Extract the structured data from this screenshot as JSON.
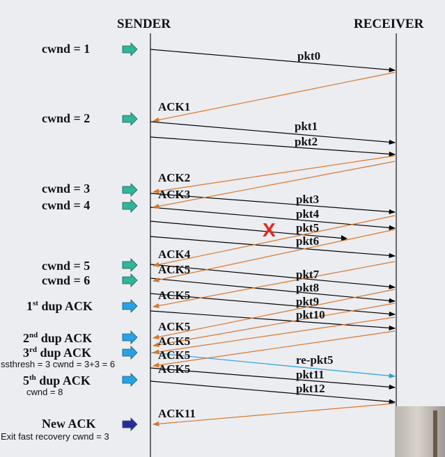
{
  "headers": {
    "sender": "SENDER",
    "receiver": "RECEIVER"
  },
  "sender_labels": [
    {
      "text": "cwnd = 1",
      "arrow_color": "#2fb597"
    },
    {
      "text": "cwnd = 2",
      "arrow_color": "#2fb597"
    },
    {
      "text": "cwnd = 3",
      "arrow_color": "#2fb597"
    },
    {
      "text": "cwnd = 4",
      "arrow_color": "#2fb597"
    },
    {
      "text": "cwnd = 5",
      "arrow_color": "#2fb597"
    },
    {
      "text": "cwnd = 6",
      "arrow_color": "#2fb597"
    },
    {
      "num": "1",
      "sup": "st",
      "rest": " dup ACK",
      "arrow_color": "#2aa0e6"
    },
    {
      "num": "2",
      "sup": "nd",
      "rest": " dup ACK",
      "arrow_color": "#2aa0e6"
    },
    {
      "num": "3",
      "sup": "rd",
      "rest": " dup ACK",
      "arrow_color": "#2aa0e6"
    },
    {
      "num": "5",
      "sup": "th",
      "rest": " dup ACK",
      "arrow_color": "#2aa0e6"
    },
    {
      "text": "New ACK",
      "arrow_color": "#2a2a9e"
    }
  ],
  "notes": {
    "ssthresh": "ssthresh = 3 cwnd = 3+3 = 6",
    "cwnd8": "cwnd = 8",
    "exit": "Exit fast recovery cwnd = 3"
  },
  "packets": [
    "pkt0",
    "pkt1",
    "pkt2",
    "pkt3",
    "pkt4",
    "pkt5",
    "pkt6",
    "pkt7",
    "pkt8",
    "pkt9",
    "pkt10",
    "re-pkt5",
    "pkt11",
    "pkt12"
  ],
  "acks": [
    "ACK1",
    "ACK2",
    "ACK3",
    "ACK4",
    "ACK5",
    "ACK5",
    "ACK5",
    "ACK5",
    "ACK5",
    "ACK5",
    "ACK11"
  ],
  "lost_marker": "X",
  "colors": {
    "data_line": "#000000",
    "ack_line": "#d8762a",
    "retransmit_line": "#2aa0d8",
    "lost_marker": "#e8261c"
  }
}
